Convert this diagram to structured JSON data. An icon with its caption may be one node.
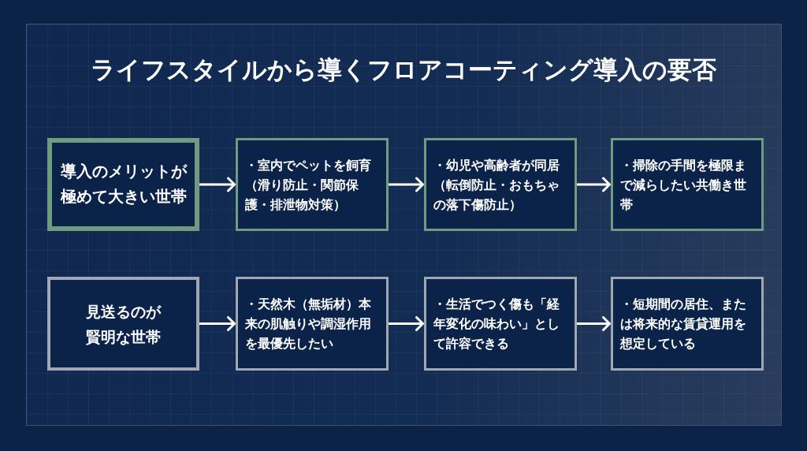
{
  "diagram": {
    "title": "ライフスタイルから導くフロアコーティング導入の要否",
    "nodes": [
      {
        "text": [
          "導入のメリットが極めて大きい世帯"
        ]
      },
      {
        "text": [
          "・室内でペットを飼育（滑り防止・関節保護・排泄物対策）"
        ]
      },
      {
        "text": [
          "・幼児や高齢者が同居（転倒防止・おもちゃの落下傷防止）"
        ]
      },
      {
        "text": [
          "・掃除の手間を極限まで減らしたい共働き世帯"
        ]
      },
      {
        "text": [
          "見送るのが賢明な世帯"
        ]
      },
      {
        "text": [
          "・天然木（無垢材）本来の肌触りや調湿作用を最優先したい"
        ]
      },
      {
        "text": [
          "・生活でつく傷も「経年変化の味わい」として許容できる"
        ]
      },
      {
        "text": [
          "・短期間の居住、または将来的な賃貸運用を想定している"
        ]
      }
    ],
    "edges": [
      {
        "from": 0,
        "to": 1,
        "arrow": "to"
      },
      {
        "from": 1,
        "to": 2,
        "arrow": "to"
      },
      {
        "from": 2,
        "to": 3,
        "arrow": "to"
      },
      {
        "from": 4,
        "to": 5,
        "arrow": "to"
      },
      {
        "from": 5,
        "to": 6,
        "arrow": "to"
      },
      {
        "from": 6,
        "to": 7,
        "arrow": "to"
      }
    ]
  }
}
